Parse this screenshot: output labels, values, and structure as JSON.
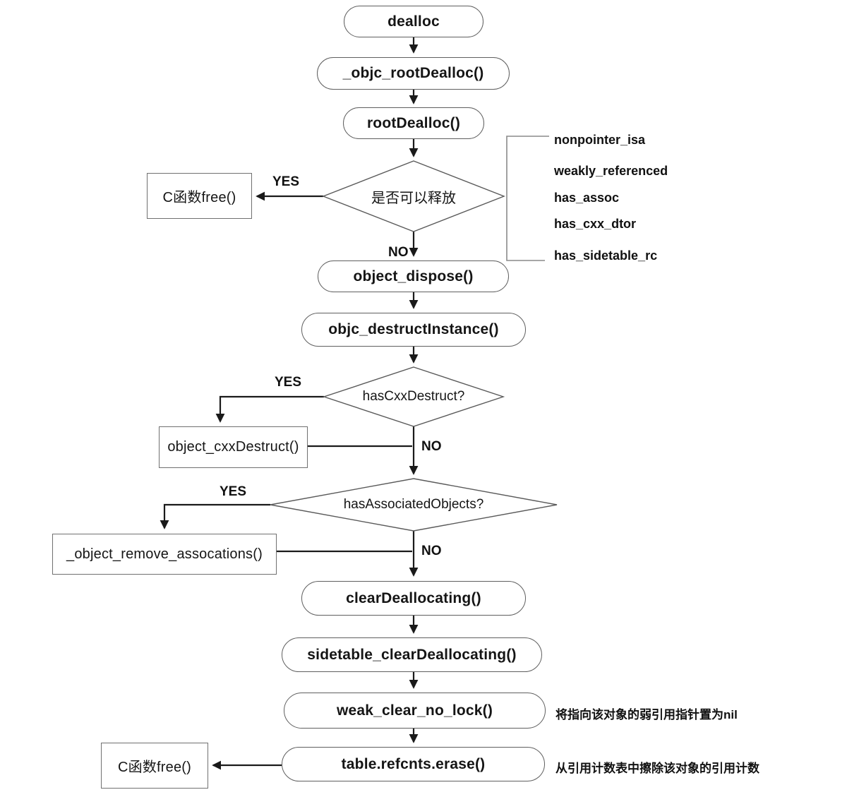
{
  "nodes": {
    "dealloc": "dealloc",
    "objc_root_dealloc": "_objc_rootDealloc()",
    "root_dealloc": "rootDealloc()",
    "can_release_q": "是否可以释放",
    "c_free_top": "C函数free()",
    "object_dispose": "object_dispose()",
    "objc_destruct_instance": "objc_destructInstance()",
    "has_cxx_destruct_q": "hasCxxDestruct?",
    "object_cxx_destruct": "object_cxxDestruct()",
    "has_associated_objects_q": "hasAssociatedObjects?",
    "object_remove_assocations": "_object_remove_assocations()",
    "clear_deallocating": "clearDeallocating()",
    "sidetable_clear_deallocating": "sidetable_clearDeallocating()",
    "weak_clear_no_lock": "weak_clear_no_lock()",
    "table_refcnts_erase": "table.refcnts.erase()",
    "c_free_bottom": "C函数free()"
  },
  "edge_labels": {
    "yes": "YES",
    "no": "NO"
  },
  "isa_flags": [
    "nonpointer_isa",
    "weakly_referenced",
    "has_assoc",
    "has_cxx_dtor",
    "has_sidetable_rc"
  ],
  "notes": {
    "weak_clear": "将指向该对象的弱引用指针置为nil",
    "refcnt_erase": "从引用计数表中擦除该对象的引用计数"
  },
  "colors": {
    "background": "#ffffff",
    "line": "#1a1a1a",
    "shape_border": "#5f5f5f",
    "text": "#151515"
  }
}
